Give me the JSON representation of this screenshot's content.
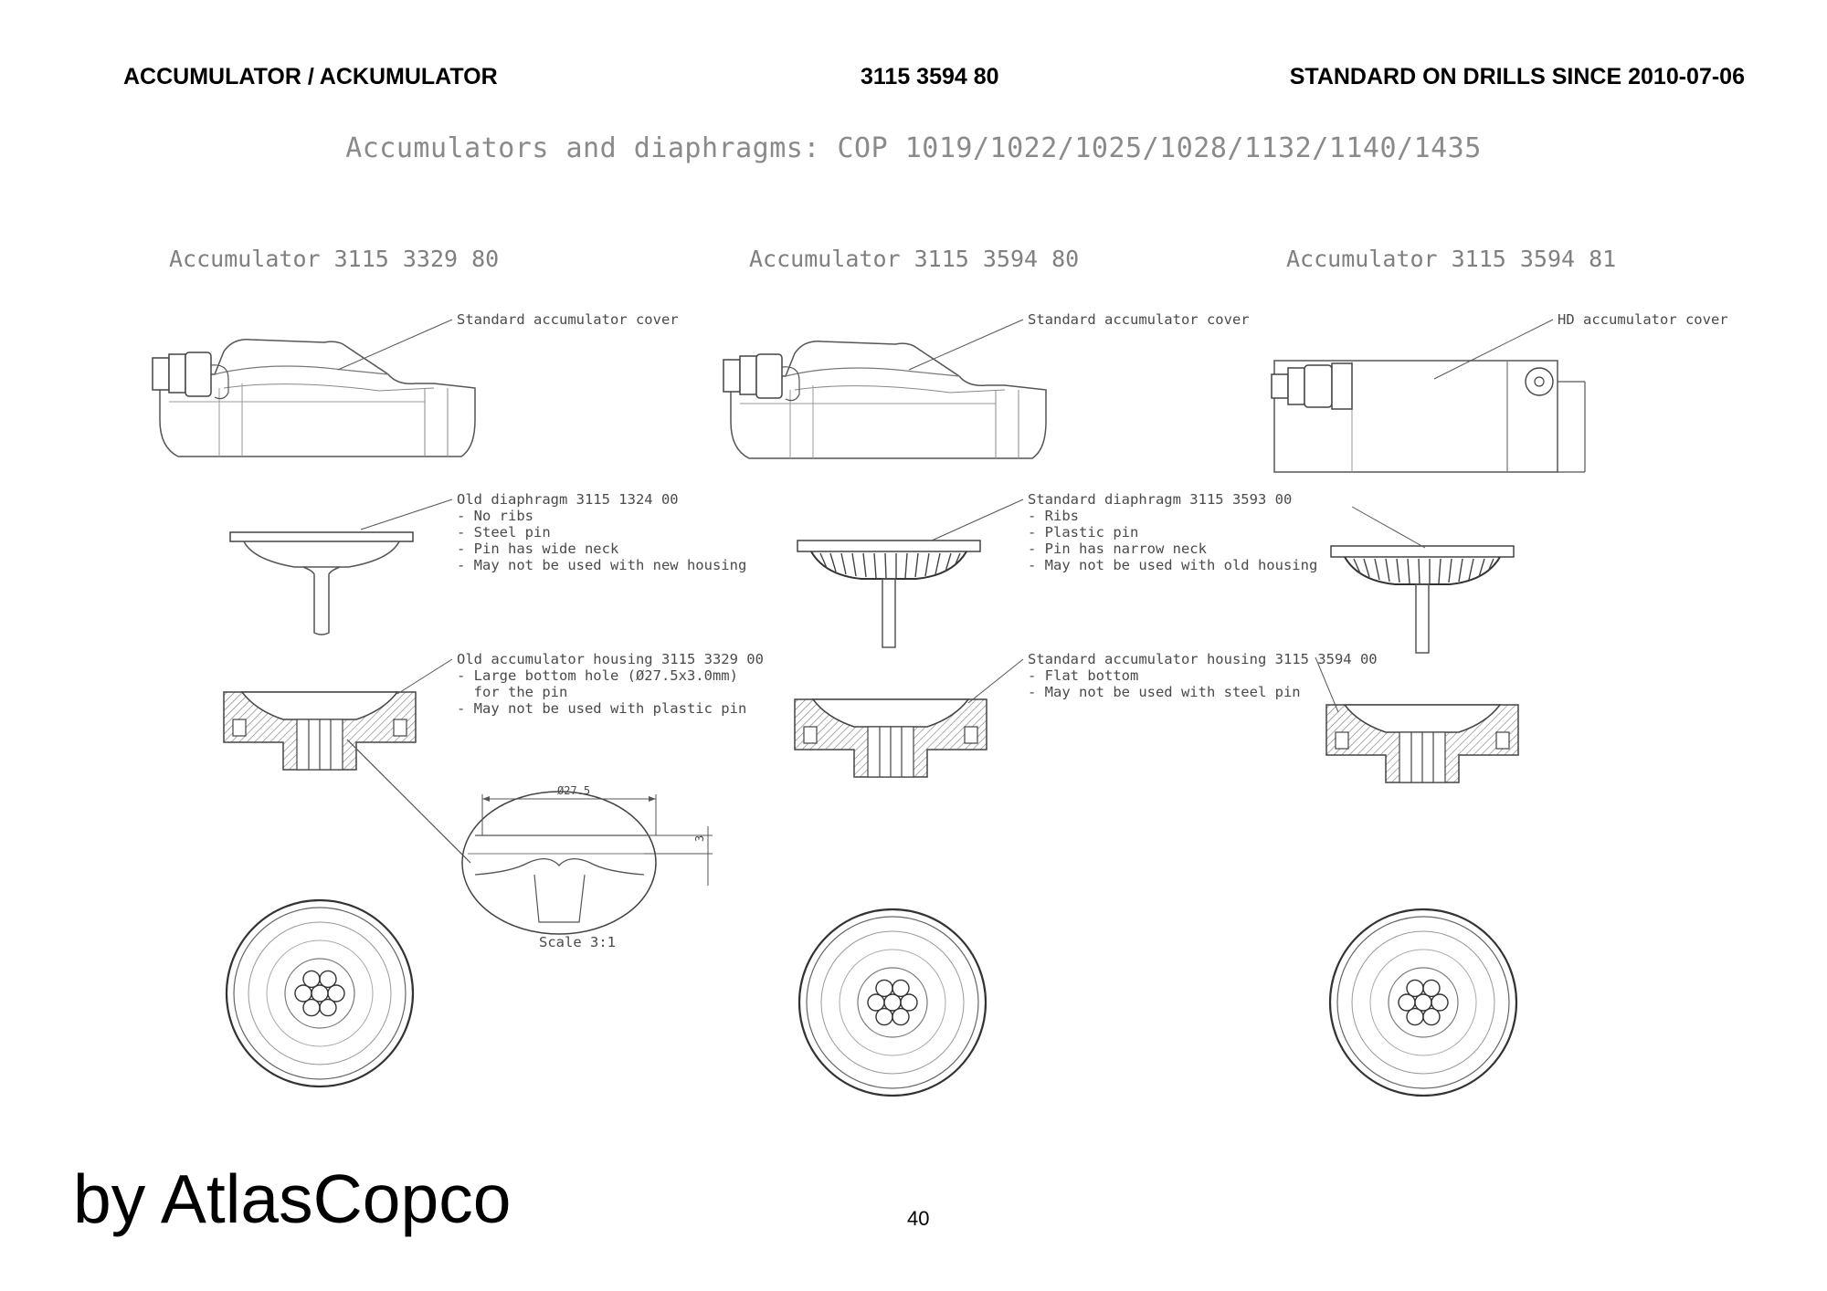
{
  "header": {
    "left": "ACCUMULATOR / ACKUMULATOR",
    "center": "3115 3594 80",
    "right": "STANDARD ON DRILLS SINCE 2010-07-06"
  },
  "title": "Accumulators and diaphragms: COP 1019/1022/1025/1028/1132/1140/1435",
  "columns": [
    {
      "title": "Accumulator 3115 3329 80",
      "cover_label": "Standard accumulator cover",
      "diaphragm_notes": [
        "Old diaphragm 3115 1324 00",
        "- No ribs",
        "- Steel pin",
        "- Pin has wide neck",
        "- May not be used with new housing"
      ],
      "housing_notes": [
        "Old accumulator housing 3115 3329 00",
        "- Large bottom hole (Ø27.5x3.0mm)",
        "  for the pin",
        "- May not be used with plastic pin"
      ]
    },
    {
      "title": "Accumulator 3115 3594 80",
      "cover_label": "Standard accumulator cover",
      "diaphragm_notes": [
        "Standard diaphragm 3115 3593 00",
        "- Ribs",
        "- Plastic pin",
        "- Pin has narrow neck",
        "- May not be used with old housing"
      ],
      "housing_notes": [
        "Standard accumulator housing 3115 3594 00",
        "- Flat bottom",
        "- May not be used with steel pin"
      ]
    },
    {
      "title": "Accumulator 3115 3594 81",
      "cover_label": "HD accumulator cover"
    }
  ],
  "detail": {
    "diameter": "Ø27.5",
    "depth": "3",
    "scale": "Scale 3:1"
  },
  "footer": {
    "brand": "by AtlasCopco",
    "page_number": "40"
  }
}
